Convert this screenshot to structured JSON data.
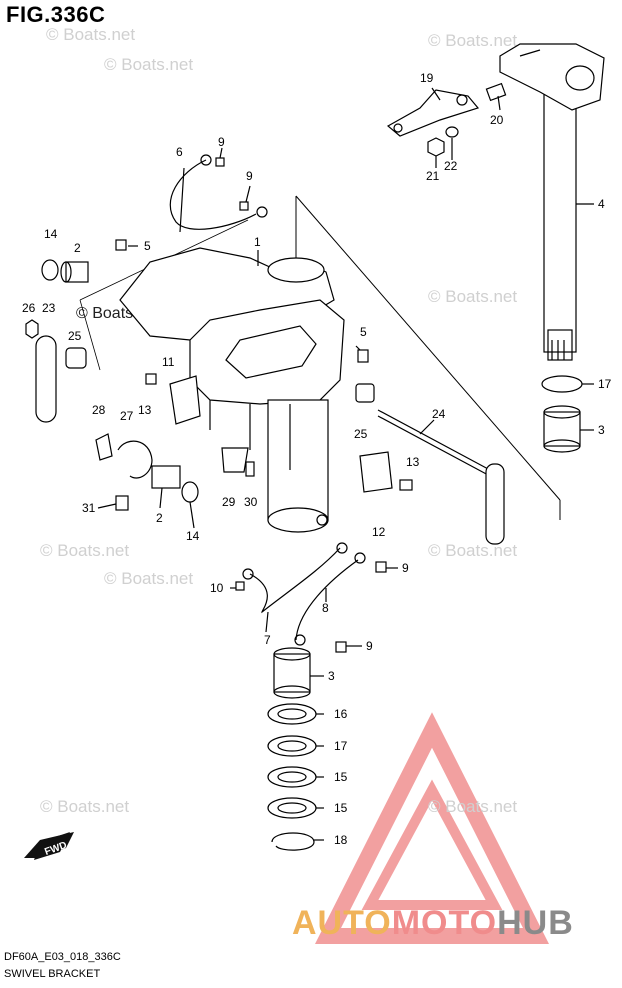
{
  "figure": {
    "title": "FIG.336C",
    "code": "DF60A_E03_018_336C",
    "name": "SWIVEL BRACKET"
  },
  "watermark": {
    "text": "© Boats.net",
    "dark_text": "© Boats.net"
  },
  "logo": {
    "part1": "AUTO",
    "part2": "MOTO",
    "part3": "HUB",
    "colors": {
      "auto": "#f0b35a",
      "moto": "#f08c8c",
      "hub": "#8a8a8a",
      "triangle": "#f2a0a0"
    }
  },
  "fwd_label": "FWD",
  "callouts": {
    "c1": "1",
    "c2a": "2",
    "c2b": "2",
    "c3a": "3",
    "c3b": "3",
    "c4": "4",
    "c5a": "5",
    "c5b": "5",
    "c6": "6",
    "c7": "7",
    "c8": "8",
    "c9a": "9",
    "c9b": "9",
    "c9c": "9",
    "c9d": "9",
    "c10": "10",
    "c11": "11",
    "c12": "12",
    "c13a": "13",
    "c13b": "13",
    "c14a": "14",
    "c14b": "14",
    "c15a": "15",
    "c15b": "15",
    "c16": "16",
    "c17a": "17",
    "c17b": "17",
    "c18": "18",
    "c19": "19",
    "c20": "20",
    "c21": "21",
    "c22": "22",
    "c23": "23",
    "c24": "24",
    "c25a": "25",
    "c25b": "25",
    "c26": "26",
    "c27": "27",
    "c28": "28",
    "c29": "29",
    "c30": "30",
    "c31": "31"
  }
}
